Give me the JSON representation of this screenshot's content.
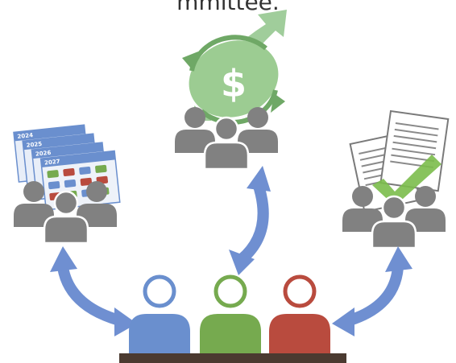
{
  "caption": "mmittee.",
  "calendar": {
    "years": [
      "2024",
      "2025",
      "2026",
      "2027"
    ]
  },
  "money": {
    "symbol": "$"
  },
  "colors": {
    "people": "#818181",
    "person_blue": "#6a8fce",
    "person_green": "#76aa4f",
    "person_red": "#b94b3e",
    "arrow": "#6f8fd1",
    "table": "#4b3a30",
    "money_green": "#8fc48a",
    "check_green": "#7bbd4b"
  }
}
